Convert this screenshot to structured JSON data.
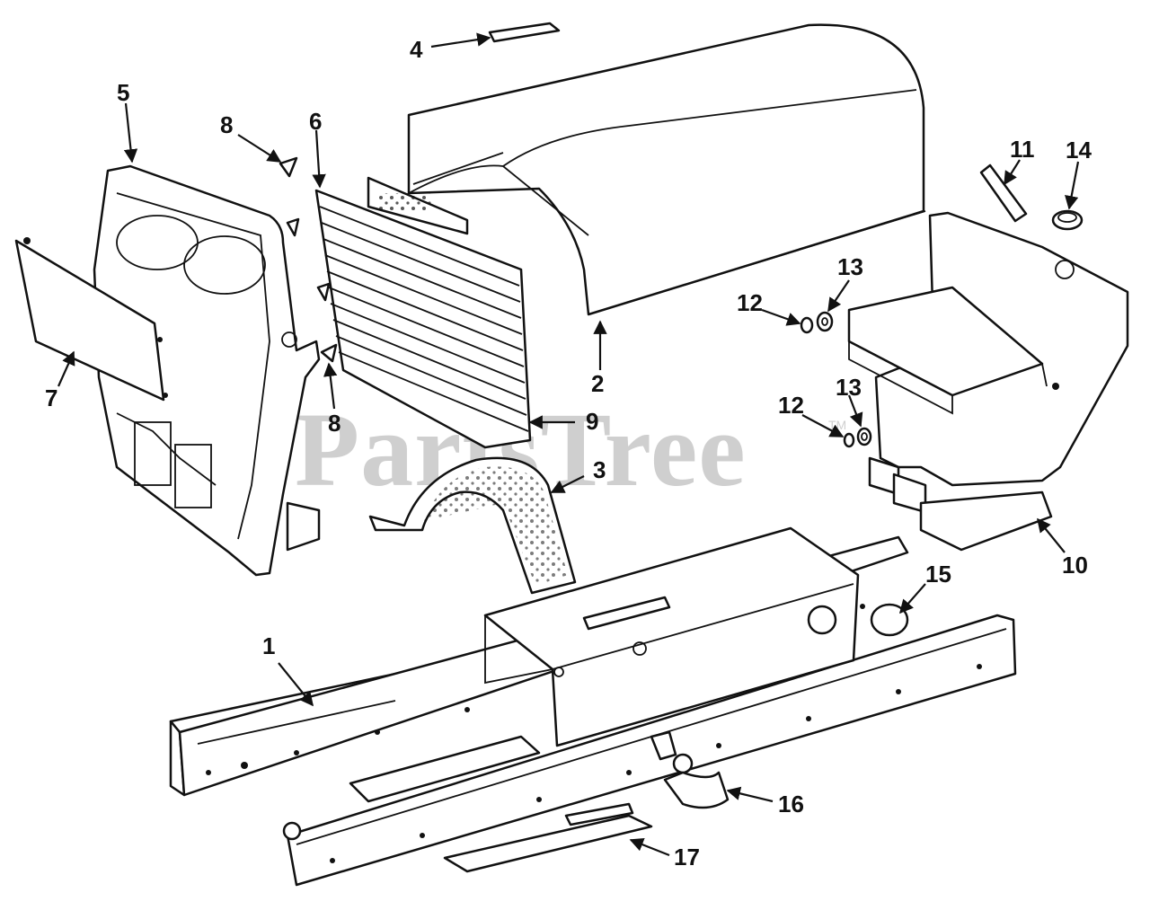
{
  "watermark": {
    "text": "PartsTree",
    "mark": "TM"
  },
  "callouts": {
    "c1": "1",
    "c2": "2",
    "c3": "3",
    "c4": "4",
    "c5": "5",
    "c6": "6",
    "c7": "7",
    "c8a": "8",
    "c8b": "8",
    "c9": "9",
    "c10": "10",
    "c11": "11",
    "c12a": "12",
    "c12b": "12",
    "c13a": "13",
    "c13b": "13",
    "c14": "14",
    "c15": "15",
    "c16": "16",
    "c17": "17"
  }
}
